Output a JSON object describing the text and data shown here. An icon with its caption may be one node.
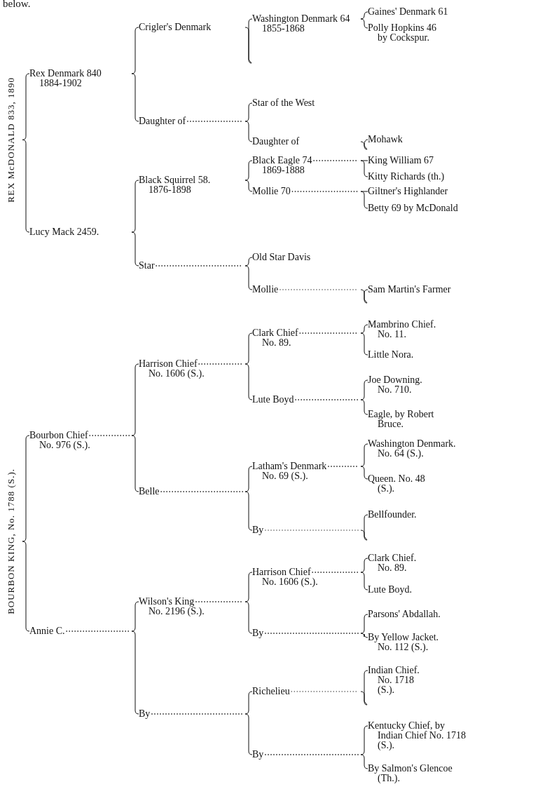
{
  "diagram": {
    "nodes": [
      {
        "text": [
          "REX McDONALD 833, 1890"
        ]
      },
      {
        "text": [
          "Rex Denmark 840 1884-1902"
        ]
      },
      {
        "text": [
          "Lucy Mack 2459."
        ]
      },
      {
        "text": [
          "Crigler's Denmark"
        ]
      },
      {
        "text": [
          "Daughter of"
        ]
      },
      {
        "text": [
          "Washington Denmark 64 1855-1868"
        ]
      },
      {
        "text": [
          "Gaines' Denmark 61"
        ]
      },
      {
        "text": [
          "Polly Hopkins 46 by Cockspur."
        ]
      },
      {
        "text": [
          "Star of the West"
        ]
      },
      {
        "text": [
          "Daughter of"
        ]
      },
      {
        "text": [
          "Mohawk"
        ]
      },
      {
        "text": [
          "Black Squirrel 58. 1876-1898"
        ]
      },
      {
        "text": [
          "Star"
        ]
      },
      {
        "text": [
          "Black Eagle 74 1869-1888"
        ]
      },
      {
        "text": [
          "Mollie 70"
        ]
      },
      {
        "text": [
          "King William 67"
        ]
      },
      {
        "text": [
          "Kitty Richards (th.)"
        ]
      },
      {
        "text": [
          "Giltner's Highlander"
        ]
      },
      {
        "text": [
          "Betty 69 by McDonald"
        ]
      },
      {
        "text": [
          "Old Star Davis"
        ]
      },
      {
        "text": [
          "Mollie"
        ]
      },
      {
        "text": [
          "Sam Martin's Farmer"
        ]
      },
      {
        "text": [
          "BOURBON KING, No. 1788 (S.)."
        ]
      },
      {
        "text": [
          "Bourbon Chief No. 976 (S.)."
        ]
      },
      {
        "text": [
          "Annie C."
        ]
      },
      {
        "text": [
          "Harrison Chief No. 1606 (S.)."
        ]
      },
      {
        "text": [
          "Belle"
        ]
      },
      {
        "text": [
          "Clark Chief No. 89."
        ]
      },
      {
        "text": [
          "Lute Boyd"
        ]
      },
      {
        "text": [
          "Mambrino Chief. No. 11."
        ]
      },
      {
        "text": [
          "Little Nora."
        ]
      },
      {
        "text": [
          "Joe Downing. No. 710."
        ]
      },
      {
        "text": [
          "Eagle, by Robert Bruce."
        ]
      },
      {
        "text": [
          "Latham's Denmark No. 69 (S.)."
        ]
      },
      {
        "text": [
          "By"
        ]
      },
      {
        "text": [
          "Washington Denmark. No. 64 (S.)."
        ]
      },
      {
        "text": [
          "Queen. No. 48 (S.)."
        ]
      },
      {
        "text": [
          "Bellfounder."
        ]
      },
      {
        "text": [
          "Wilson's King No. 2196 (S.)."
        ]
      },
      {
        "text": [
          "By"
        ]
      },
      {
        "text": [
          "Harrison Chief No. 1606 (S.)."
        ]
      },
      {
        "text": [
          "By"
        ]
      },
      {
        "text": [
          "Clark Chief. No. 89."
        ]
      },
      {
        "text": [
          "Lute Boyd."
        ]
      },
      {
        "text": [
          "Parsons' Abdallah."
        ]
      },
      {
        "text": [
          "By Yellow Jacket. No. 112 (S.)."
        ]
      },
      {
        "text": [
          "Richelieu"
        ]
      },
      {
        "text": [
          "By"
        ]
      },
      {
        "text": [
          "Indian Chief. No. 1718 (S.)."
        ]
      },
      {
        "text": [
          "Kentucky Chief, by Indian Chief No. 1718 (S.)."
        ]
      },
      {
        "text": [
          "By Salmon's Glencoe (Th.)."
        ]
      }
    ],
    "edges": [
      {
        "from": 0,
        "to": 1,
        "arrow": "none"
      },
      {
        "from": 0,
        "to": 2,
        "arrow": "none"
      },
      {
        "from": 1,
        "to": 3,
        "arrow": "none"
      },
      {
        "from": 1,
        "to": 4,
        "arrow": "none"
      },
      {
        "from": 3,
        "to": 5,
        "arrow": "none"
      },
      {
        "from": 5,
        "to": 6,
        "arrow": "none"
      },
      {
        "from": 5,
        "to": 7,
        "arrow": "none"
      },
      {
        "from": 4,
        "to": 8,
        "arrow": "none"
      },
      {
        "from": 4,
        "to": 9,
        "arrow": "none"
      },
      {
        "from": 9,
        "to": 10,
        "arrow": "none"
      },
      {
        "from": 2,
        "to": 11,
        "arrow": "none"
      },
      {
        "from": 2,
        "to": 12,
        "arrow": "none"
      },
      {
        "from": 11,
        "to": 13,
        "arrow": "none"
      },
      {
        "from": 11,
        "to": 14,
        "arrow": "none"
      },
      {
        "from": 13,
        "to": 15,
        "arrow": "none"
      },
      {
        "from": 13,
        "to": 16,
        "arrow": "none"
      },
      {
        "from": 14,
        "to": 17,
        "arrow": "none"
      },
      {
        "from": 14,
        "to": 18,
        "arrow": "none"
      },
      {
        "from": 12,
        "to": 19,
        "arrow": "none"
      },
      {
        "from": 12,
        "to": 20,
        "arrow": "none"
      },
      {
        "from": 20,
        "to": 21,
        "arrow": "none"
      },
      {
        "from": 22,
        "to": 23,
        "arrow": "none"
      },
      {
        "from": 22,
        "to": 24,
        "arrow": "none"
      },
      {
        "from": 23,
        "to": 25,
        "arrow": "none"
      },
      {
        "from": 23,
        "to": 26,
        "arrow": "none"
      },
      {
        "from": 25,
        "to": 27,
        "arrow": "none"
      },
      {
        "from": 25,
        "to": 28,
        "arrow": "none"
      },
      {
        "from": 27,
        "to": 29,
        "arrow": "none"
      },
      {
        "from": 27,
        "to": 30,
        "arrow": "none"
      },
      {
        "from": 28,
        "to": 31,
        "arrow": "none"
      },
      {
        "from": 28,
        "to": 32,
        "arrow": "none"
      },
      {
        "from": 26,
        "to": 33,
        "arrow": "none"
      },
      {
        "from": 26,
        "to": 34,
        "arrow": "none"
      },
      {
        "from": 33,
        "to": 35,
        "arrow": "none"
      },
      {
        "from": 33,
        "to": 36,
        "arrow": "none"
      },
      {
        "from": 34,
        "to": 37,
        "arrow": "none"
      },
      {
        "from": 24,
        "to": 38,
        "arrow": "none"
      },
      {
        "from": 24,
        "to": 39,
        "arrow": "none"
      },
      {
        "from": 38,
        "to": 40,
        "arrow": "none"
      },
      {
        "from": 38,
        "to": 41,
        "arrow": "none"
      },
      {
        "from": 40,
        "to": 42,
        "arrow": "none"
      },
      {
        "from": 40,
        "to": 43,
        "arrow": "none"
      },
      {
        "from": 41,
        "to": 44,
        "arrow": "none"
      },
      {
        "from": 41,
        "to": 45,
        "arrow": "none"
      },
      {
        "from": 39,
        "to": 46,
        "arrow": "none"
      },
      {
        "from": 39,
        "to": 47,
        "arrow": "none"
      },
      {
        "from": 46,
        "to": 48,
        "arrow": "none"
      },
      {
        "from": 47,
        "to": 49,
        "arrow": "none"
      },
      {
        "from": 47,
        "to": 50,
        "arrow": "none"
      }
    ],
    "labels": [
      "below."
    ]
  }
}
